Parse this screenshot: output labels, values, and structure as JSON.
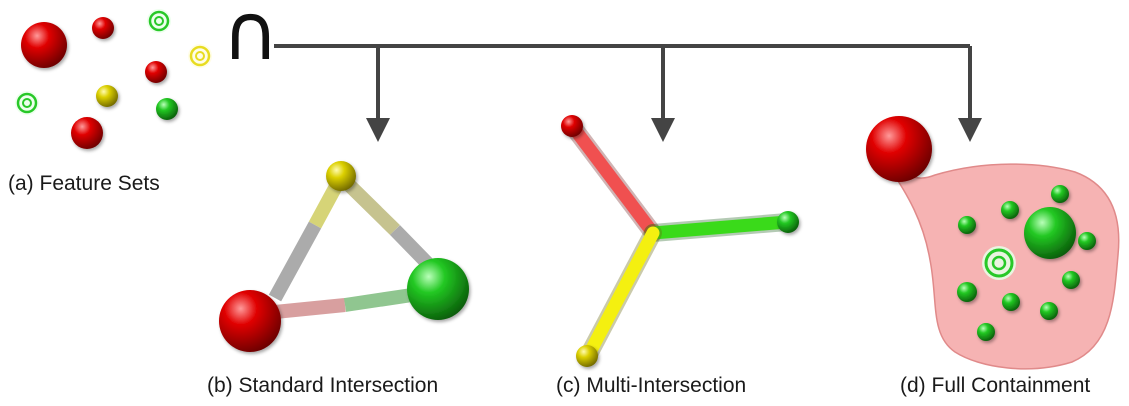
{
  "operator_symbol": "∩",
  "captions": {
    "feature_sets": "(a) Feature Sets",
    "standard": "(b) Standard Intersection",
    "multi": "(c) Multi-Intersection",
    "full": "(d) Full Containment"
  },
  "colors": {
    "red": "#d10000",
    "yellow": "#d8cc00",
    "green": "#1fbf1f",
    "connector": "#444444",
    "containment_fill": "#f6b3b3"
  },
  "icons": [
    "red-sphere",
    "yellow-sphere",
    "green-sphere",
    "green-target",
    "yellow-target",
    "down-arrow"
  ]
}
